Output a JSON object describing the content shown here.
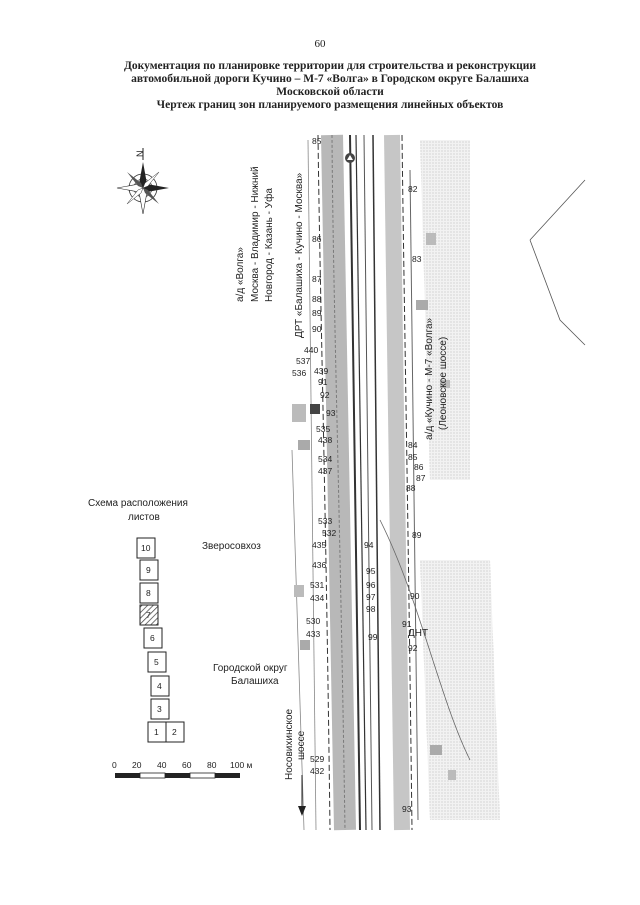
{
  "page_number": "60",
  "title_lines": [
    "Документация по планировке территории для строительства и реконструкции",
    "автомобильной дороги Кучино – М-7 «Волга» в Городском округе Балашиха",
    "Московской области",
    "Чертеж границ зон планируемого размещения линейных объектов"
  ],
  "compass": {
    "north_label": "N"
  },
  "labels": {
    "road_volga_1": "а/д «Волга»",
    "road_volga_2": "Москва - Владимир - Нижний",
    "road_volga_3": "Новгород - Казань - Уфа",
    "railway": "ДРТ «Балашиха - Кучино - Москва»",
    "kuchino_road_1": "а/д «Кучино - М-7 «Волга»",
    "kuchino_road_2": "(Леоновское шоссе)",
    "zverosovkhoz": "Зверосовхоз",
    "gorodskoy_okrug_1": "Городской округ",
    "gorodskoy_okrug_2": "Балашиха",
    "nosovikhinskoe_1": "Носовихинское",
    "nosovikhinskoe_2": "шоссе",
    "dnt": "ДНТ"
  },
  "sheet_scheme": {
    "title_1": "Схема расположения",
    "title_2": "листов",
    "sheets": [
      "10",
      "9",
      "8",
      "7",
      "6",
      "5",
      "4",
      "3",
      "1",
      "2"
    ],
    "current_sheet": "7"
  },
  "scale_bar": {
    "ticks": [
      "0",
      "20",
      "40",
      "60",
      "80",
      "100 м"
    ]
  },
  "points_left": [
    "85",
    "86",
    "87",
    "88",
    "89",
    "90",
    "440",
    "537",
    "536",
    "439",
    "91",
    "92",
    "93",
    "535",
    "438",
    "534",
    "437",
    "533",
    "532",
    "435",
    "436",
    "531",
    "434",
    "530",
    "433",
    "529",
    "432"
  ],
  "points_right": [
    "82",
    "83",
    "84",
    "85",
    "86",
    "87",
    "88",
    "89",
    "90",
    "91",
    "92",
    "93"
  ],
  "points_center": [
    "94",
    "95",
    "96",
    "97",
    "98",
    "99"
  ],
  "colors": {
    "line": "#333333",
    "road_gray": "#9a9a9a",
    "hatch": "#555555"
  }
}
